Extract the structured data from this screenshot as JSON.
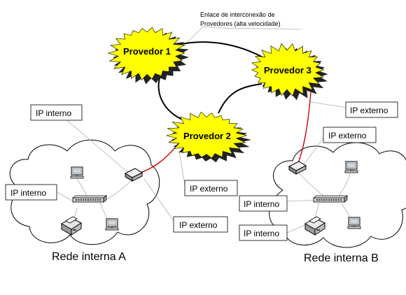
{
  "link_caption": {
    "line1": "Enlace de interconexão de",
    "line2": "Provedores (alta velocidade)"
  },
  "providers": {
    "p1": "Provedor 1",
    "p2": "Provedor 2",
    "p3": "Provedor 3"
  },
  "labels": {
    "ip_interno": "IP interno",
    "ip_externo": "IP externo"
  },
  "networks": {
    "a": "Rede interna A",
    "b": "Rede interna B"
  },
  "colors": {
    "provider_fill": "#ffff00",
    "provider_shadow": "#222222",
    "backbone_link": "#000000",
    "external_link": "#cc0000",
    "callout_line": "#b0b0b0"
  },
  "icons": {
    "router": "router-icon",
    "switch": "switch-icon",
    "computer": "computer-icon",
    "printer": "printer-icon",
    "cloud": "cloud-shape"
  }
}
